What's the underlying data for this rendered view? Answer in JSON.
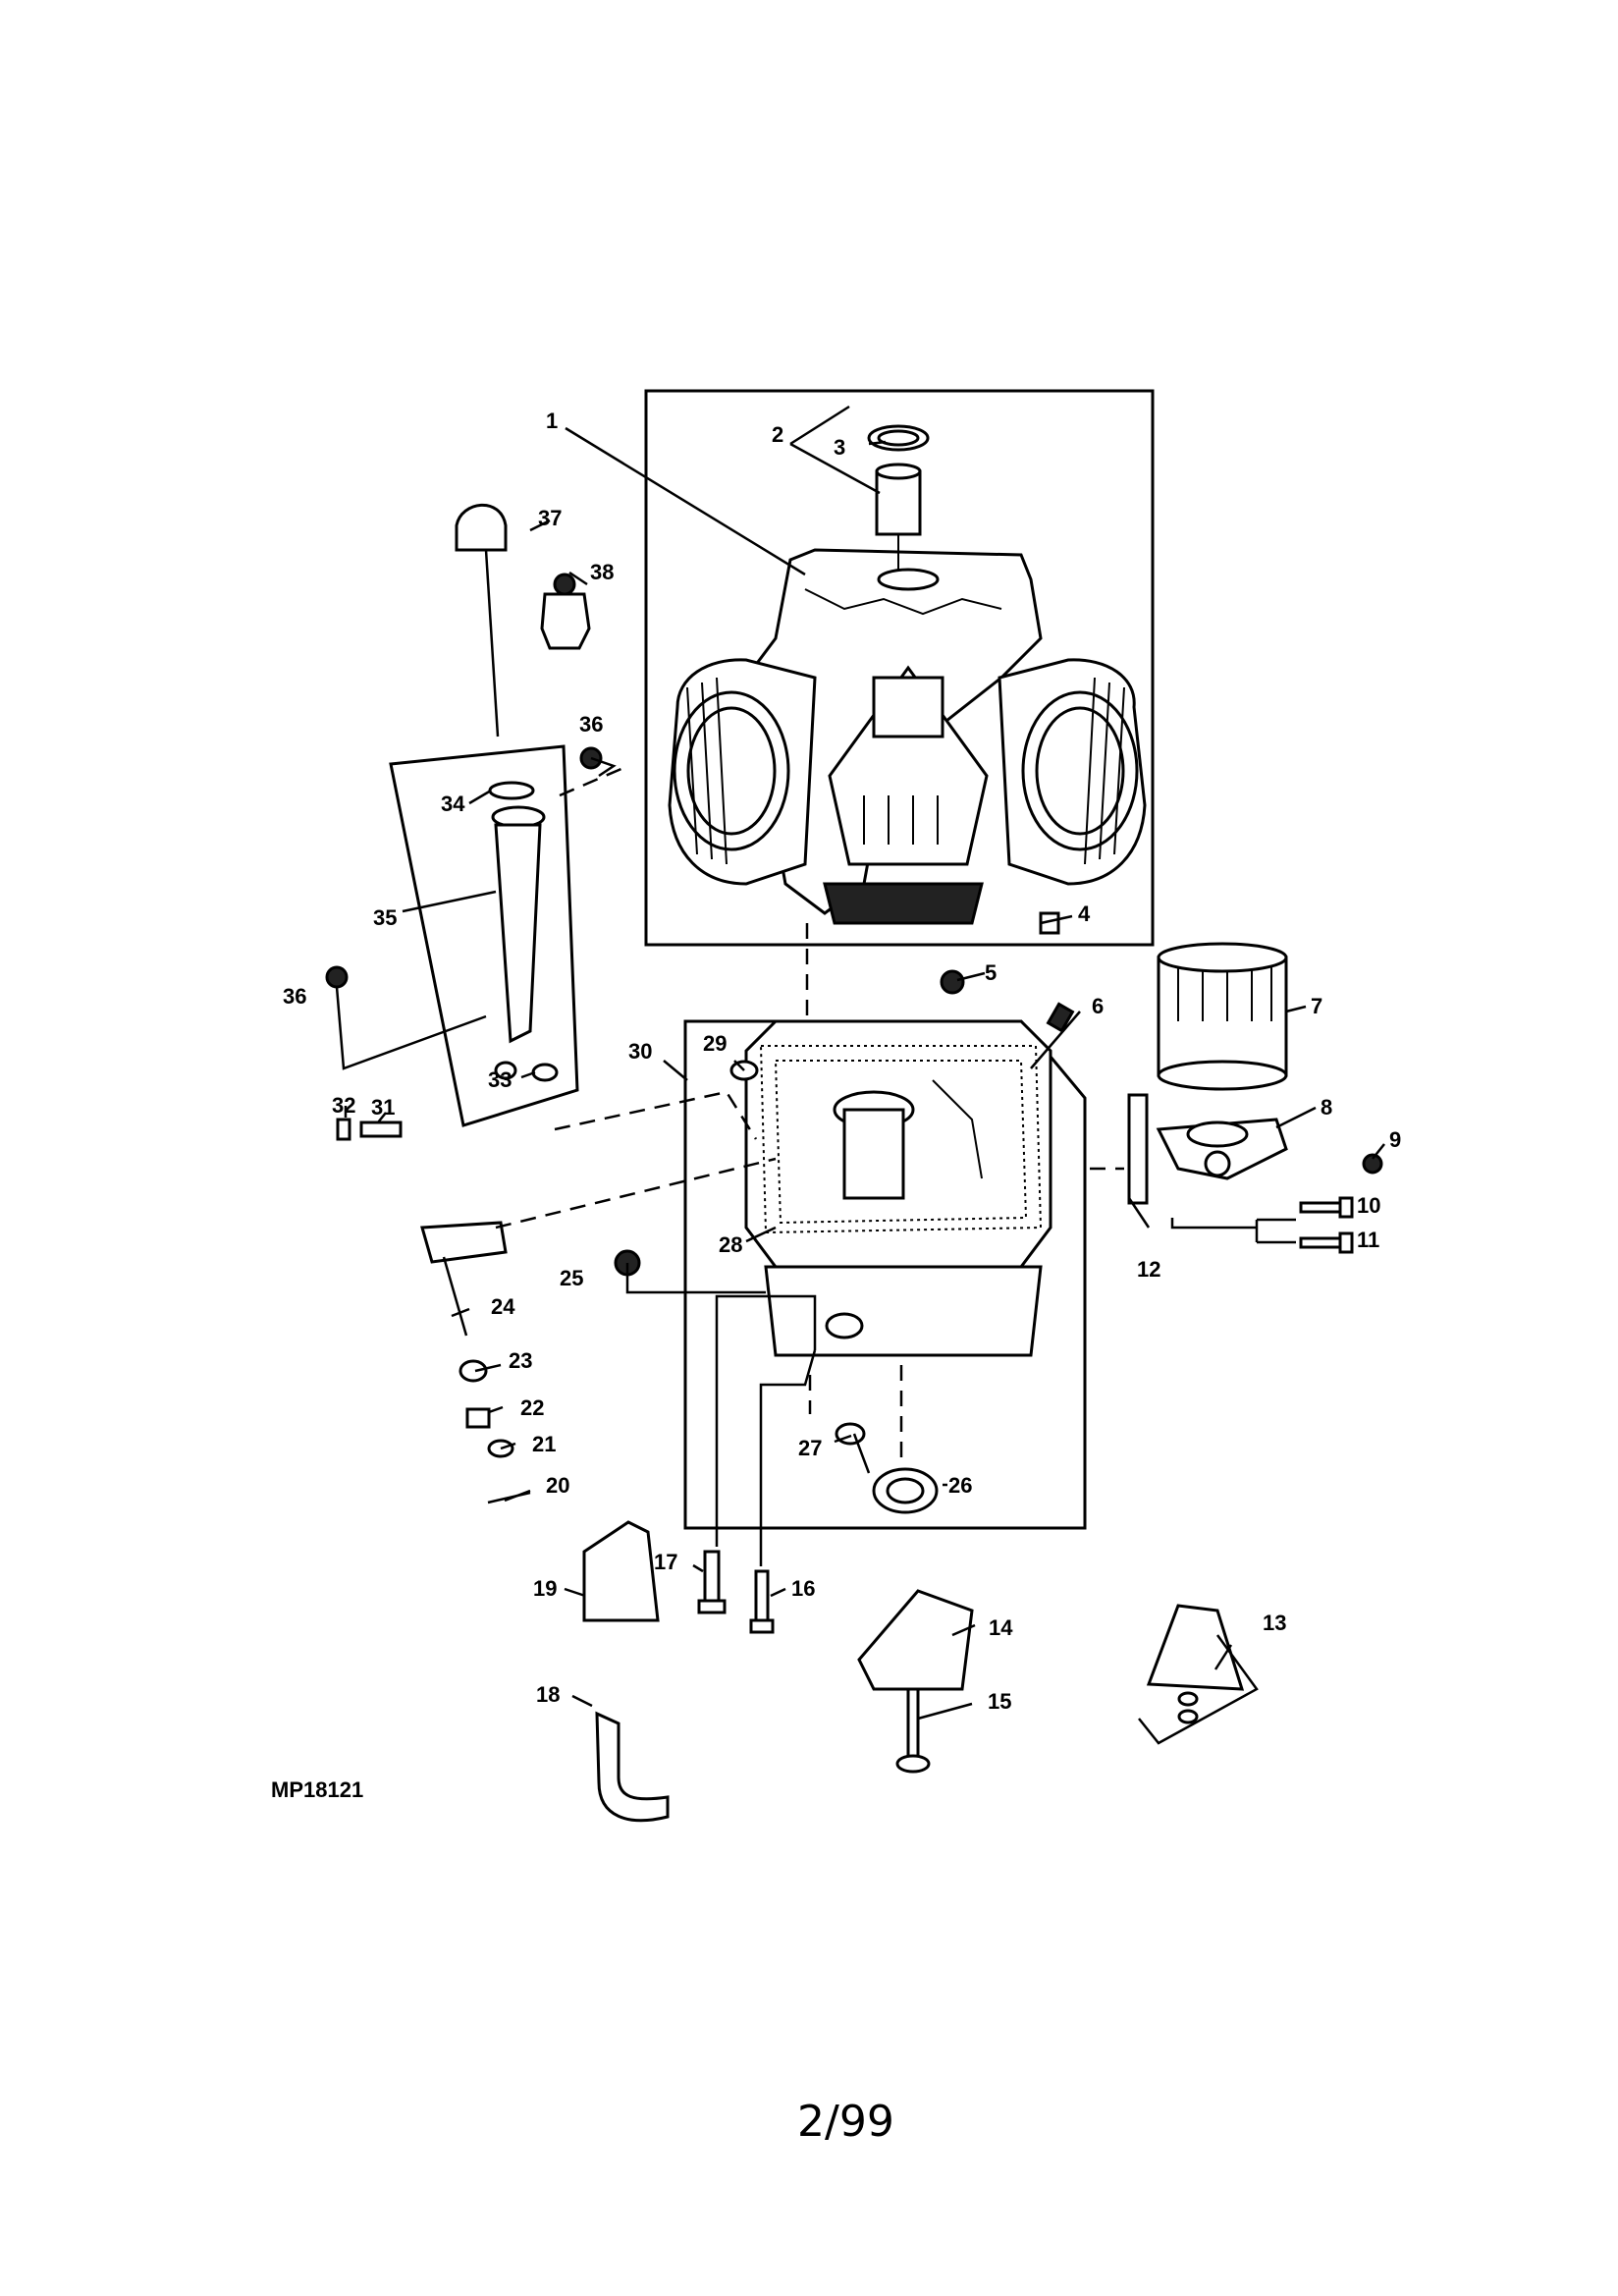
{
  "figure_id": "MP18121",
  "page_number": "2/99",
  "callouts": [
    "1",
    "2",
    "3",
    "4",
    "5",
    "6",
    "7",
    "8",
    "9",
    "10",
    "11",
    "12",
    "13",
    "14",
    "15",
    "16",
    "17",
    "18",
    "19",
    "20",
    "21",
    "22",
    "23",
    "24",
    "25",
    "26",
    "27",
    "28",
    "29",
    "30",
    "31",
    "32",
    "33",
    "34",
    "35",
    "36",
    "36",
    "37",
    "38"
  ]
}
